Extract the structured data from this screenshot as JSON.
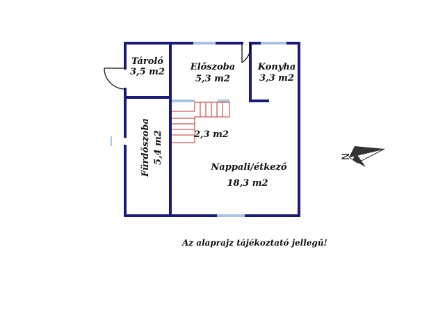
{
  "rooms": [
    {
      "id": "tarolo",
      "name": "Tároló",
      "area": "3,5 m2"
    },
    {
      "id": "eloszoba",
      "name": "Előszoba",
      "area": "5,3 m2"
    },
    {
      "id": "konyha",
      "name": "Konyha",
      "area": "3,3 m2"
    },
    {
      "id": "furdo",
      "name": "Fürdőszoba",
      "area": "5,4 m2"
    },
    {
      "id": "lepcso",
      "name": "",
      "area": "2,3 m2"
    },
    {
      "id": "nappali",
      "name": "Nappali/étkező",
      "area": "18,3 m2"
    }
  ],
  "compass": {
    "label": "N"
  },
  "note": "Az alaprajz tájékoztató jellegű!",
  "colors": {
    "wall": "#1a1a7a",
    "window": "#a8c4e0",
    "stairs": "#c0302a",
    "text": "#111111"
  }
}
